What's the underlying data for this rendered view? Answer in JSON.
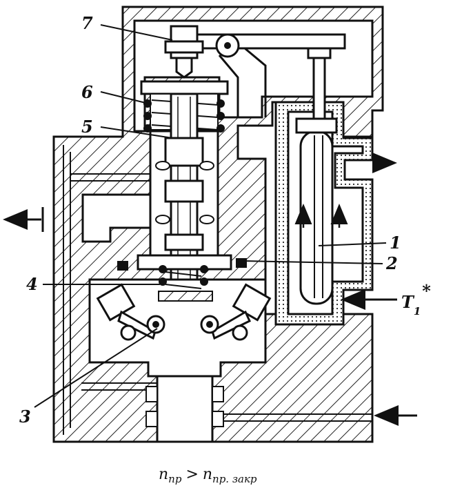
{
  "labels": {
    "l1": "1",
    "l2": "2",
    "l3": "3",
    "l4": "4",
    "l5": "5",
    "l6": "6",
    "l7": "7"
  },
  "t_label": {
    "base": "T",
    "sub": "1",
    "sup": "*"
  },
  "caption": {
    "n1": "n",
    "sub1": "пр",
    "op": ">",
    "n2": "n",
    "sub2": "пр. закр"
  }
}
